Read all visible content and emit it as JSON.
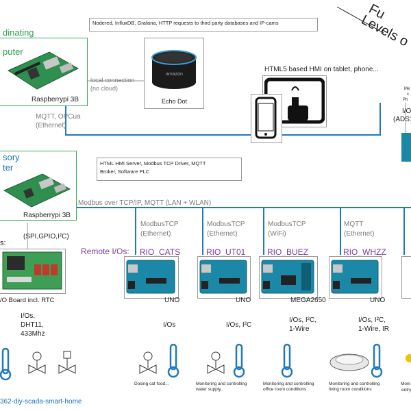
{
  "title": {
    "line1": "Fu",
    "line2": "Levels o"
  },
  "coordinating": {
    "label1": "dinating",
    "label2": "puter",
    "device": "Raspberrypi 3B"
  },
  "supervisory": {
    "label1": "sory",
    "label2": "ter",
    "device": "Raspberrypi 3B"
  },
  "nodered_note": "Nodered, InfluxDB, Grafana, HTTP requests to third party databases and IP-cams",
  "local_conn": {
    "l1": "local connection",
    "l2": "(no cloud)"
  },
  "echo": {
    "label": "Echo Dot",
    "brand": "amazon"
  },
  "hmi": "HTML5 based HMI on tablet, phone...",
  "mqtt_opcua": {
    "l1": "MQTT, OPCua",
    "l2": "(Ethernet)"
  },
  "hmi_server": {
    "l1": "HTML HMI Server, Modbus TCP Driver, MQTT",
    "l2": "Broker, Software PLC"
  },
  "bus_label": "Modbus over TCP/IP, MQTT (LAN + WLAN)",
  "right_fragment": {
    "l1": "Me",
    "l2": "c",
    "l3": "Ph",
    "l4": "I/O",
    "l5": "(ADS1"
  },
  "io_board": {
    "heading": "s:",
    "proto": "(SPI,GPIO,I²C)",
    "label": "/O Board incl. RTC",
    "items": "I/Os,\nDHT11,\n433Mhz"
  },
  "remote_label": "Remote I/Os:",
  "rios": [
    {
      "proto1": "ModbusTCP",
      "proto2": "(Ethernet)",
      "name": "RIO_CATS",
      "board": "UNO",
      "io": "I/Os",
      "note": "Dosing cat food..."
    },
    {
      "proto1": "ModbusTCP",
      "proto2": "(Ethernet)",
      "name": "RIO_UT01",
      "board": "UNO",
      "io": "I/Os, I²C",
      "note": "Monitoring and controlling\nwater supply.."
    },
    {
      "proto1": "ModbusTCP",
      "proto2": "(WiFi)",
      "name": "RIO_BUEZ",
      "board": "MEGA2650",
      "io": "I/Os, I²C,\n1-Wire",
      "note": "Monitoring and controlling\noffice room conditions"
    },
    {
      "proto1": "MQTT",
      "proto2": "(Ethernet)",
      "name": "RIO_WHZZ",
      "board": "UNO",
      "io": "I/Os, I²C,\n1-Wire, IR",
      "note": "Monitoring and controlling\nliving room conditions"
    }
  ],
  "right_note": {
    "l1": "Moni",
    "l2": "entry"
  },
  "footer_link": "362-diy-scada-smart-home",
  "colors": {
    "bus": "#1f78c1",
    "box_green": "#3aaa5a",
    "accent_purple": "#7a3aa0",
    "arduino": "#1b88a8",
    "pi": "#2f8f4e"
  }
}
